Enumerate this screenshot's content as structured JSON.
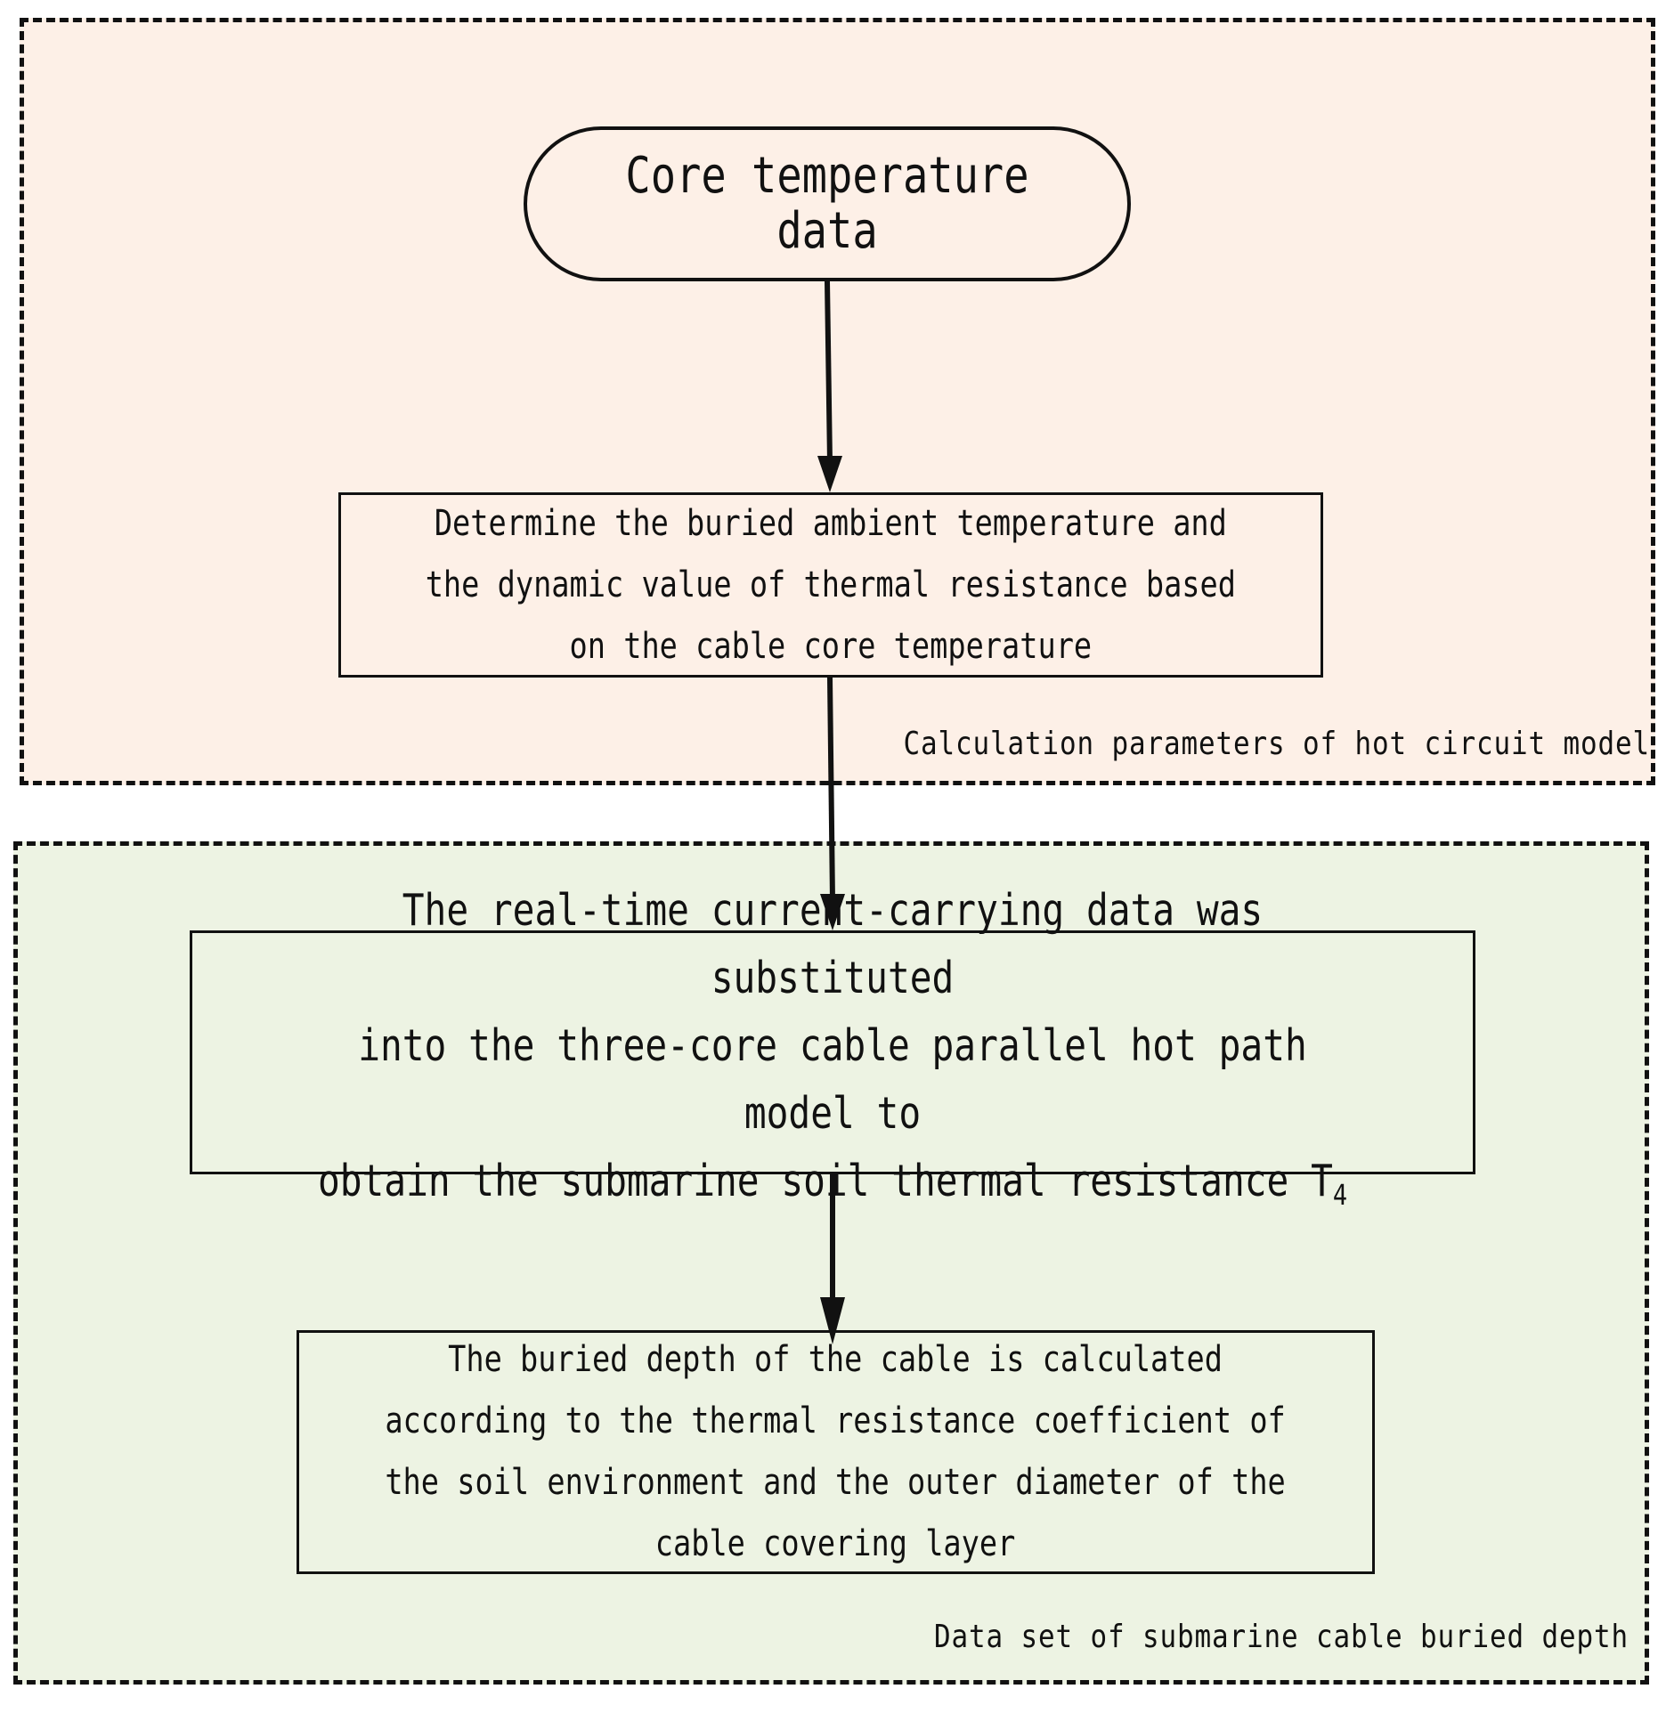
{
  "diagram": {
    "groups": [
      {
        "id": "top",
        "caption": "Calculation parameters of hot circuit model",
        "fill": "#fdf0e7"
      },
      {
        "id": "bottom",
        "caption": "Data set of submarine cable buried depth",
        "fill": "#edf3e3"
      }
    ],
    "nodes": {
      "start": "Core temperature data",
      "step1": "Determine the buried ambient temperature and\nthe dynamic value of thermal resistance based\non the cable core temperature",
      "step2_main": "The real-time current-carrying data was substituted\ninto the three-core cable parallel hot path model to\nobtain the submarine soil thermal resistance T",
      "step2_sub": "4",
      "step3": "The buried depth of the cable is calculated\naccording to the thermal resistance coefficient of\nthe soil environment and the outer diameter of the\ncable covering layer"
    },
    "edges": [
      {
        "from": "start",
        "to": "step1"
      },
      {
        "from": "step1",
        "to": "step2"
      },
      {
        "from": "step2",
        "to": "step3"
      }
    ]
  }
}
